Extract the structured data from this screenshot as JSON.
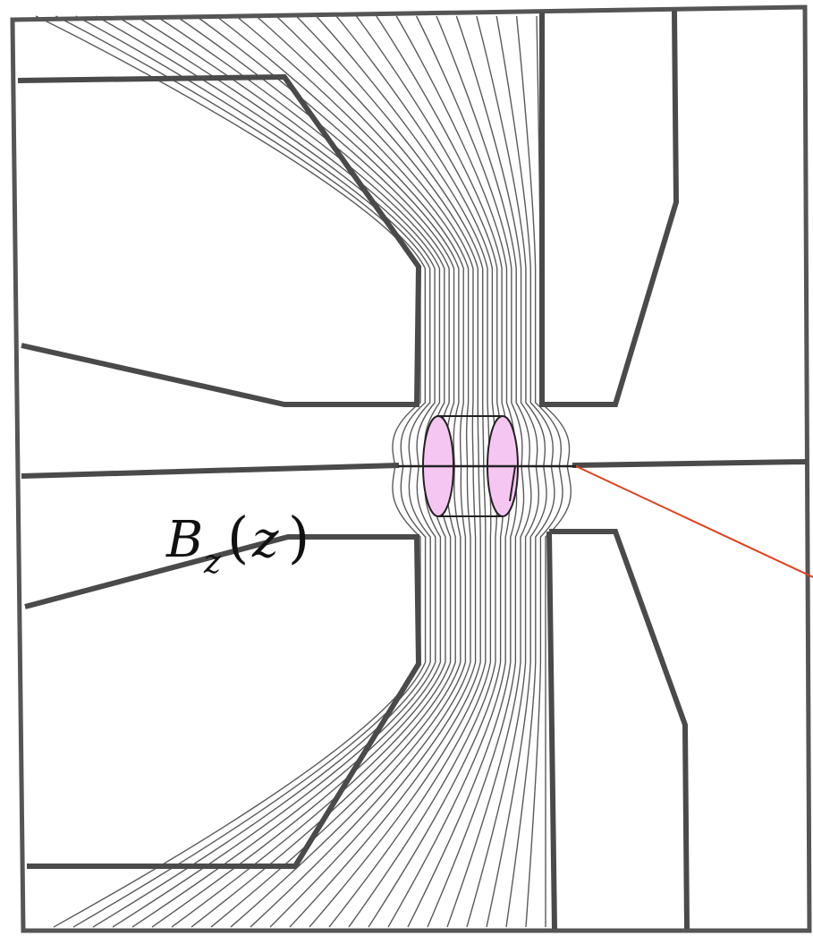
{
  "label": {
    "symbol": "B",
    "subscript": "z",
    "open_paren": "(",
    "argument": "z",
    "close_paren": ")"
  },
  "colors": {
    "cylinder_fill": "#f6c6f2",
    "pointer_line": "#e0401c",
    "pole_piece": "#4a4a4a",
    "field_lines": "#5a5a5a"
  }
}
